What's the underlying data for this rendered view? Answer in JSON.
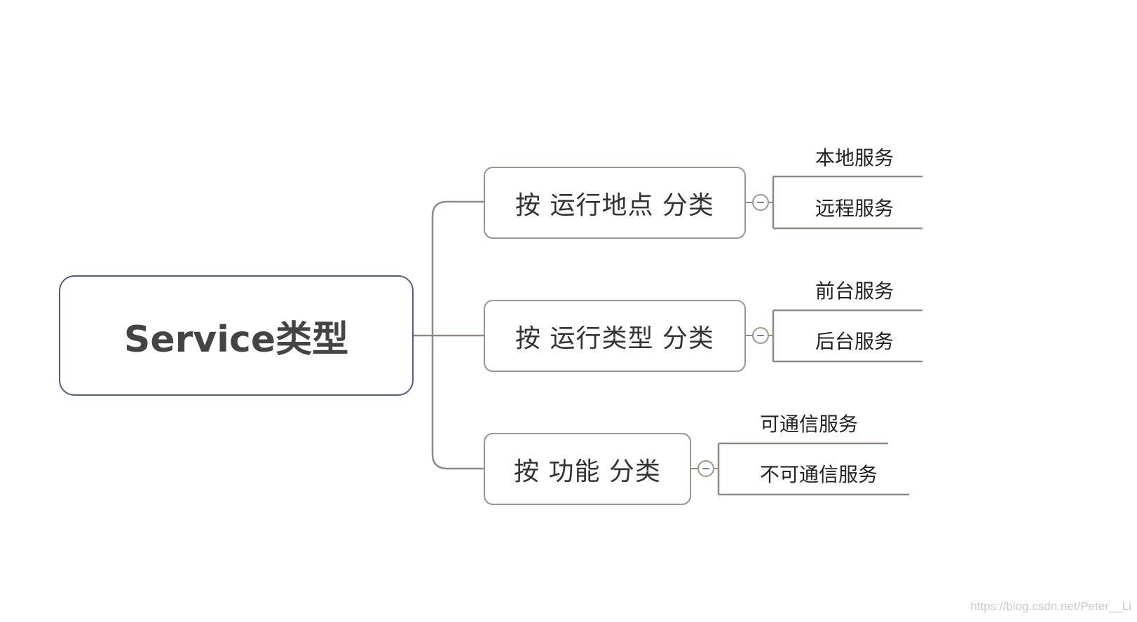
{
  "diagram": {
    "type": "mind-map",
    "root": {
      "label": "Service类型"
    },
    "branches": [
      {
        "label": "按 运行地点 分类",
        "children": [
          "本地服务",
          "远程服务"
        ]
      },
      {
        "label": "按 运行类型 分类",
        "children": [
          "前台服务",
          "后台服务"
        ]
      },
      {
        "label": "按 功能 分类",
        "children": [
          "可通信服务",
          "不可通信服务"
        ]
      }
    ]
  },
  "watermark": "https://blog.csdn.net/Peter__Li",
  "colors": {
    "root_border": "#4f5e86",
    "branch_border": "#9c948e",
    "connector": "#8f8a86",
    "collapse_minus": "#6b7bb0"
  },
  "icons": {
    "collapse": "minus-circle-icon"
  }
}
